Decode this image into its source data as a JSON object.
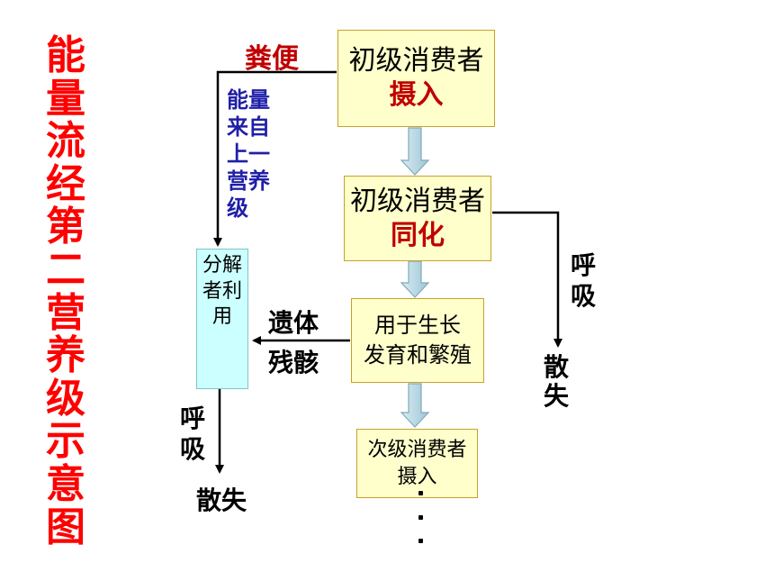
{
  "title": "能量流经第二营养级示意图",
  "feces_label": "粪便",
  "energy_note": "能量来自上一营养级",
  "boxes": {
    "box1": {
      "line1": "初级消费者",
      "line2": "摄入"
    },
    "box2": {
      "line1": "初级消费者",
      "line2": "同化"
    },
    "box3": {
      "line1": "用于生长",
      "line2": "发育和繁殖"
    },
    "box4": {
      "line1": "次级消费者",
      "line2": "摄入"
    }
  },
  "decomposer": "分解者利用",
  "remains": {
    "line1": "遗体",
    "line2": "残骸"
  },
  "respiration_right": {
    "line1": "呼",
    "line2": "吸"
  },
  "lost_right": {
    "line1": "散",
    "line2": "失"
  },
  "respiration_left": {
    "line1": "呼",
    "line2": "吸"
  },
  "lost_left": "散失",
  "colors": {
    "box_fill": "#ffffcc",
    "decomposer_fill": "#ccffff",
    "title": "#ff0000",
    "highlight": "#c00000",
    "note": "#1f1fa8"
  }
}
